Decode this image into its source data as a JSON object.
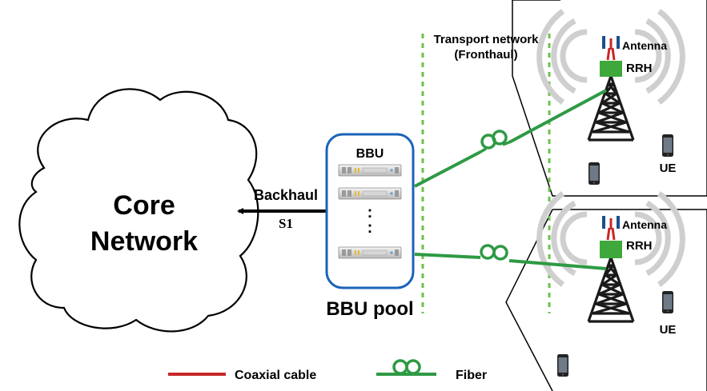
{
  "core_network": {
    "line1": "Core",
    "line2": "Network"
  },
  "backhaul": {
    "label": "Backhaul",
    "interface": "S1"
  },
  "bbu_pool": {
    "unit_label": "BBU",
    "pool_label": "BBU pool",
    "ellipsis": ":"
  },
  "transport": {
    "line1": "Transport network",
    "line2": "(Fronthaul)"
  },
  "cells": [
    {
      "antenna": "Antenna",
      "rrh": "RRH",
      "ue": "UE"
    },
    {
      "antenna": "Antenna",
      "rrh": "RRH",
      "ue": "UE"
    }
  ],
  "legend": {
    "coaxial": "Coaxial cable",
    "fiber": "Fiber"
  },
  "colors": {
    "pool_border": "#1a63b8",
    "fiber": "#2e9a44",
    "coaxial": "#c62828",
    "rrh_box": "#3fa83a",
    "tower": "#1a1a1a",
    "divider": "#6cc24a",
    "signal_wave": "#cfcfcf"
  },
  "icons": [
    "cloud-icon",
    "server-icon",
    "antenna-icon",
    "tower-icon",
    "smartphone-icon",
    "fiber-coil-icon"
  ]
}
